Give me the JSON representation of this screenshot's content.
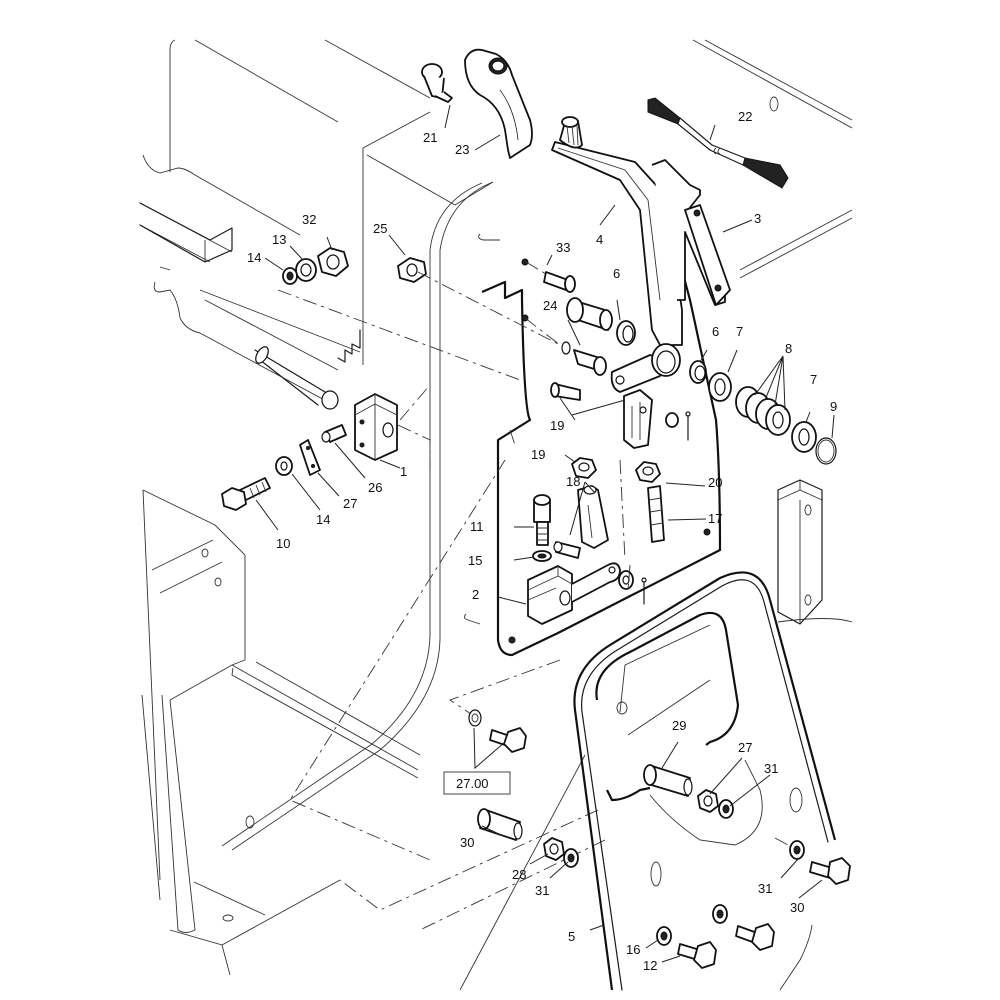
{
  "diagram": {
    "type": "exploded-parts-view",
    "subject": "control lever assembly with mounting plate and cab panel",
    "reference_box": "27.00",
    "callouts": [
      {
        "id": "c1",
        "label": "1",
        "part": "block"
      },
      {
        "id": "c2",
        "label": "2",
        "part": "clamp block"
      },
      {
        "id": "c3",
        "label": "3",
        "part": "bracket"
      },
      {
        "id": "c4",
        "label": "4",
        "part": "lever"
      },
      {
        "id": "c5",
        "label": "5",
        "part": "panel"
      },
      {
        "id": "c6a",
        "label": "6",
        "part": "bushing"
      },
      {
        "id": "c6b",
        "label": "6",
        "part": "bushing"
      },
      {
        "id": "c7a",
        "label": "7",
        "part": "washer"
      },
      {
        "id": "c7b",
        "label": "7",
        "part": "washer"
      },
      {
        "id": "c8",
        "label": "8",
        "part": "spring washers"
      },
      {
        "id": "c9",
        "label": "9",
        "part": "circlip"
      },
      {
        "id": "c10",
        "label": "10",
        "part": "bolt"
      },
      {
        "id": "c11",
        "label": "11",
        "part": "socket screw"
      },
      {
        "id": "c12",
        "label": "12",
        "part": "bolt"
      },
      {
        "id": "c13",
        "label": "13",
        "part": "nut"
      },
      {
        "id": "c14a",
        "label": "14",
        "part": "washer"
      },
      {
        "id": "c14b",
        "label": "14",
        "part": "washer"
      },
      {
        "id": "c15a",
        "label": "15",
        "part": "washer"
      },
      {
        "id": "c15b",
        "label": "15",
        "part": "washer"
      },
      {
        "id": "c16",
        "label": "16",
        "part": "threaded rod"
      },
      {
        "id": "c17",
        "label": "17",
        "part": "clevis and pin"
      },
      {
        "id": "c18",
        "label": "18",
        "part": "clevis and pin"
      },
      {
        "id": "c19a",
        "label": "19",
        "part": "nut"
      },
      {
        "id": "c19b",
        "label": "19",
        "part": "nut"
      },
      {
        "id": "c20",
        "label": "20",
        "part": "switch"
      },
      {
        "id": "c21",
        "label": "21",
        "part": "wiring harness"
      },
      {
        "id": "c22",
        "label": "22",
        "part": "knob"
      },
      {
        "id": "c23",
        "label": "23",
        "part": "fitting"
      },
      {
        "id": "c24",
        "label": "24",
        "part": "nut"
      },
      {
        "id": "c25",
        "label": "25",
        "part": "spacer"
      },
      {
        "id": "c26",
        "label": "26",
        "part": "plate"
      },
      {
        "id": "c27a",
        "label": "27",
        "part": "nut"
      },
      {
        "id": "c27b",
        "label": "27",
        "part": "nut"
      },
      {
        "id": "c28",
        "label": "28",
        "part": "spacer"
      },
      {
        "id": "c29",
        "label": "29",
        "part": "spacer"
      },
      {
        "id": "c30",
        "label": "30",
        "part": "bolt"
      },
      {
        "id": "c31a",
        "label": "31",
        "part": "washer"
      },
      {
        "id": "c31b",
        "label": "31",
        "part": "washer"
      },
      {
        "id": "c31c",
        "label": "31",
        "part": "washer"
      },
      {
        "id": "c32",
        "label": "32",
        "part": "cap nut"
      },
      {
        "id": "c33",
        "label": "33",
        "part": "screw"
      }
    ]
  }
}
